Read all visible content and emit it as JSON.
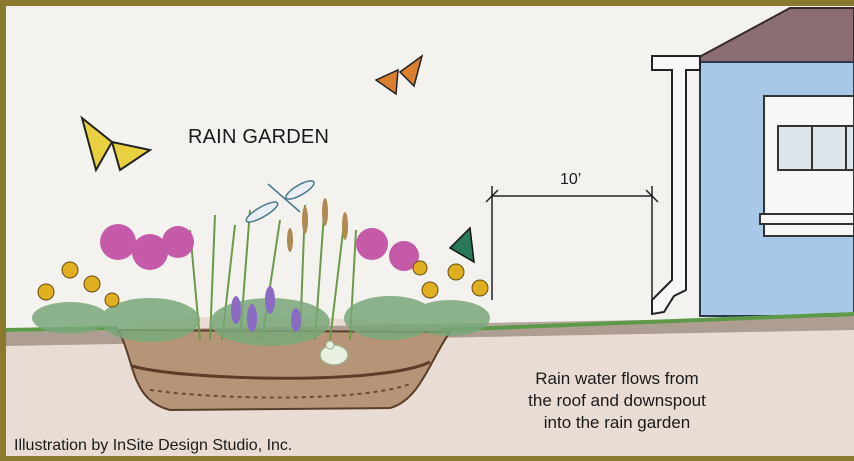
{
  "title": "RAIN GARDEN",
  "dimension_label": "10’",
  "caption": {
    "line1": "Rain water flows from",
    "line2": "the roof and downspout",
    "line3": "into the rain garden"
  },
  "credit": "Illustration by InSite Design Studio, Inc.",
  "colors": {
    "frame": "#8a7a2e",
    "paper": "#f4f2ef",
    "house_wall": "#a9c8e8",
    "roof": "#8a6e72",
    "soil": "#a88a6e",
    "grass": "#5c9a4a",
    "flower_pink": "#c45aa8",
    "flower_lavender": "#8a6ac2",
    "flower_yellow": "#e0b020"
  },
  "icons": [
    "butterfly-icon",
    "dragonfly-icon",
    "frog-icon",
    "downspout-icon"
  ]
}
